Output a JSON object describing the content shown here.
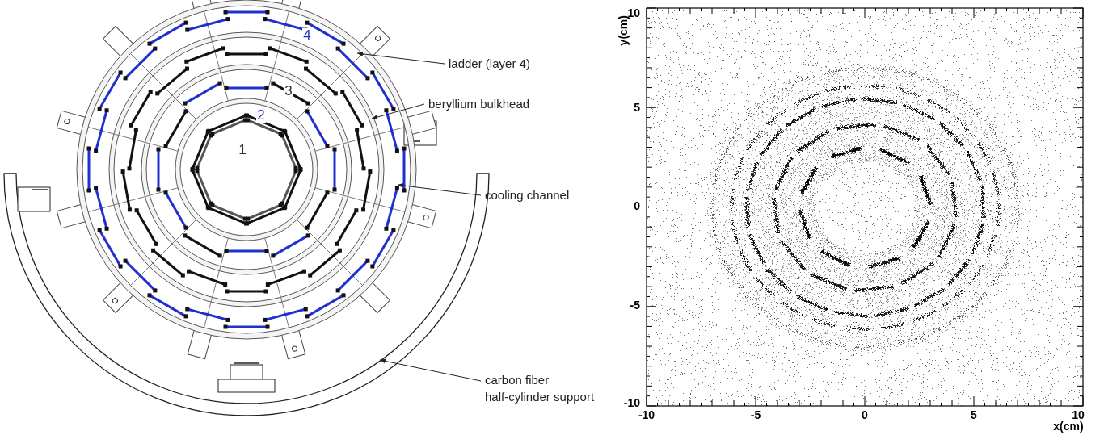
{
  "diagram": {
    "labels": [
      "1",
      "2",
      "3",
      "4",
      "ladder (layer 4)",
      "beryllium bulkhead",
      "cooling channel",
      "carbon fiber",
      "half-cylinder support",
      "10",
      "5",
      "0",
      "-5",
      "-10",
      "y(cm)",
      "-10",
      "-5",
      "0",
      "5",
      "10",
      "x(cm)"
    ]
  }
}
